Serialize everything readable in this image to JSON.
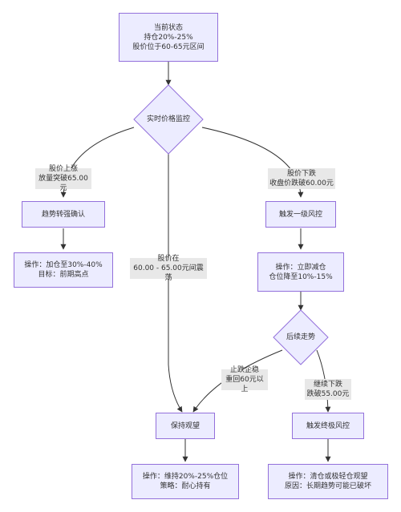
{
  "nodes": {
    "current": {
      "lines": [
        "当前状态",
        "持仓20%-25%",
        "股价位于60-65元区间"
      ]
    },
    "monitor": {
      "label": "实时价格监控"
    },
    "trend_confirm": {
      "label": "趋势转强确认"
    },
    "op_add": {
      "lines": [
        "操作：加仓至30%-40%",
        "目标：前期高点"
      ]
    },
    "first_risk": {
      "label": "触发一级风控"
    },
    "op_reduce": {
      "lines": [
        "操作：立即减仓",
        "仓位降至10%-15%"
      ]
    },
    "follow_trend": {
      "label": "后续走势"
    },
    "hold_watch": {
      "label": "保持观望"
    },
    "final_risk": {
      "label": "触发终极风控"
    },
    "op_hold": {
      "lines": [
        "操作：维持20%-25%仓位",
        "策略：耐心持有"
      ]
    },
    "op_clear": {
      "lines": [
        "操作：清仓或极轻仓观望",
        "原因：长期趋势可能已破坏"
      ]
    }
  },
  "edge_labels": {
    "rise": {
      "lines": [
        "股价上涨",
        "放量突破65.00元"
      ]
    },
    "fall": {
      "lines": [
        "股价下跌",
        "收盘价跌破60.00元"
      ]
    },
    "range": {
      "lines": [
        "股价在",
        "60.00 - 65.00元间震荡"
      ]
    },
    "rebound": {
      "lines": [
        "止跌企稳",
        "重回60元以上"
      ]
    },
    "continue": {
      "lines": [
        "继续下跌",
        "跌破55.00元"
      ]
    }
  },
  "colors": {
    "node_fill": "#ececff",
    "node_border": "#9370db",
    "edge": "#333333",
    "label_bg": "#e8e8e8"
  }
}
